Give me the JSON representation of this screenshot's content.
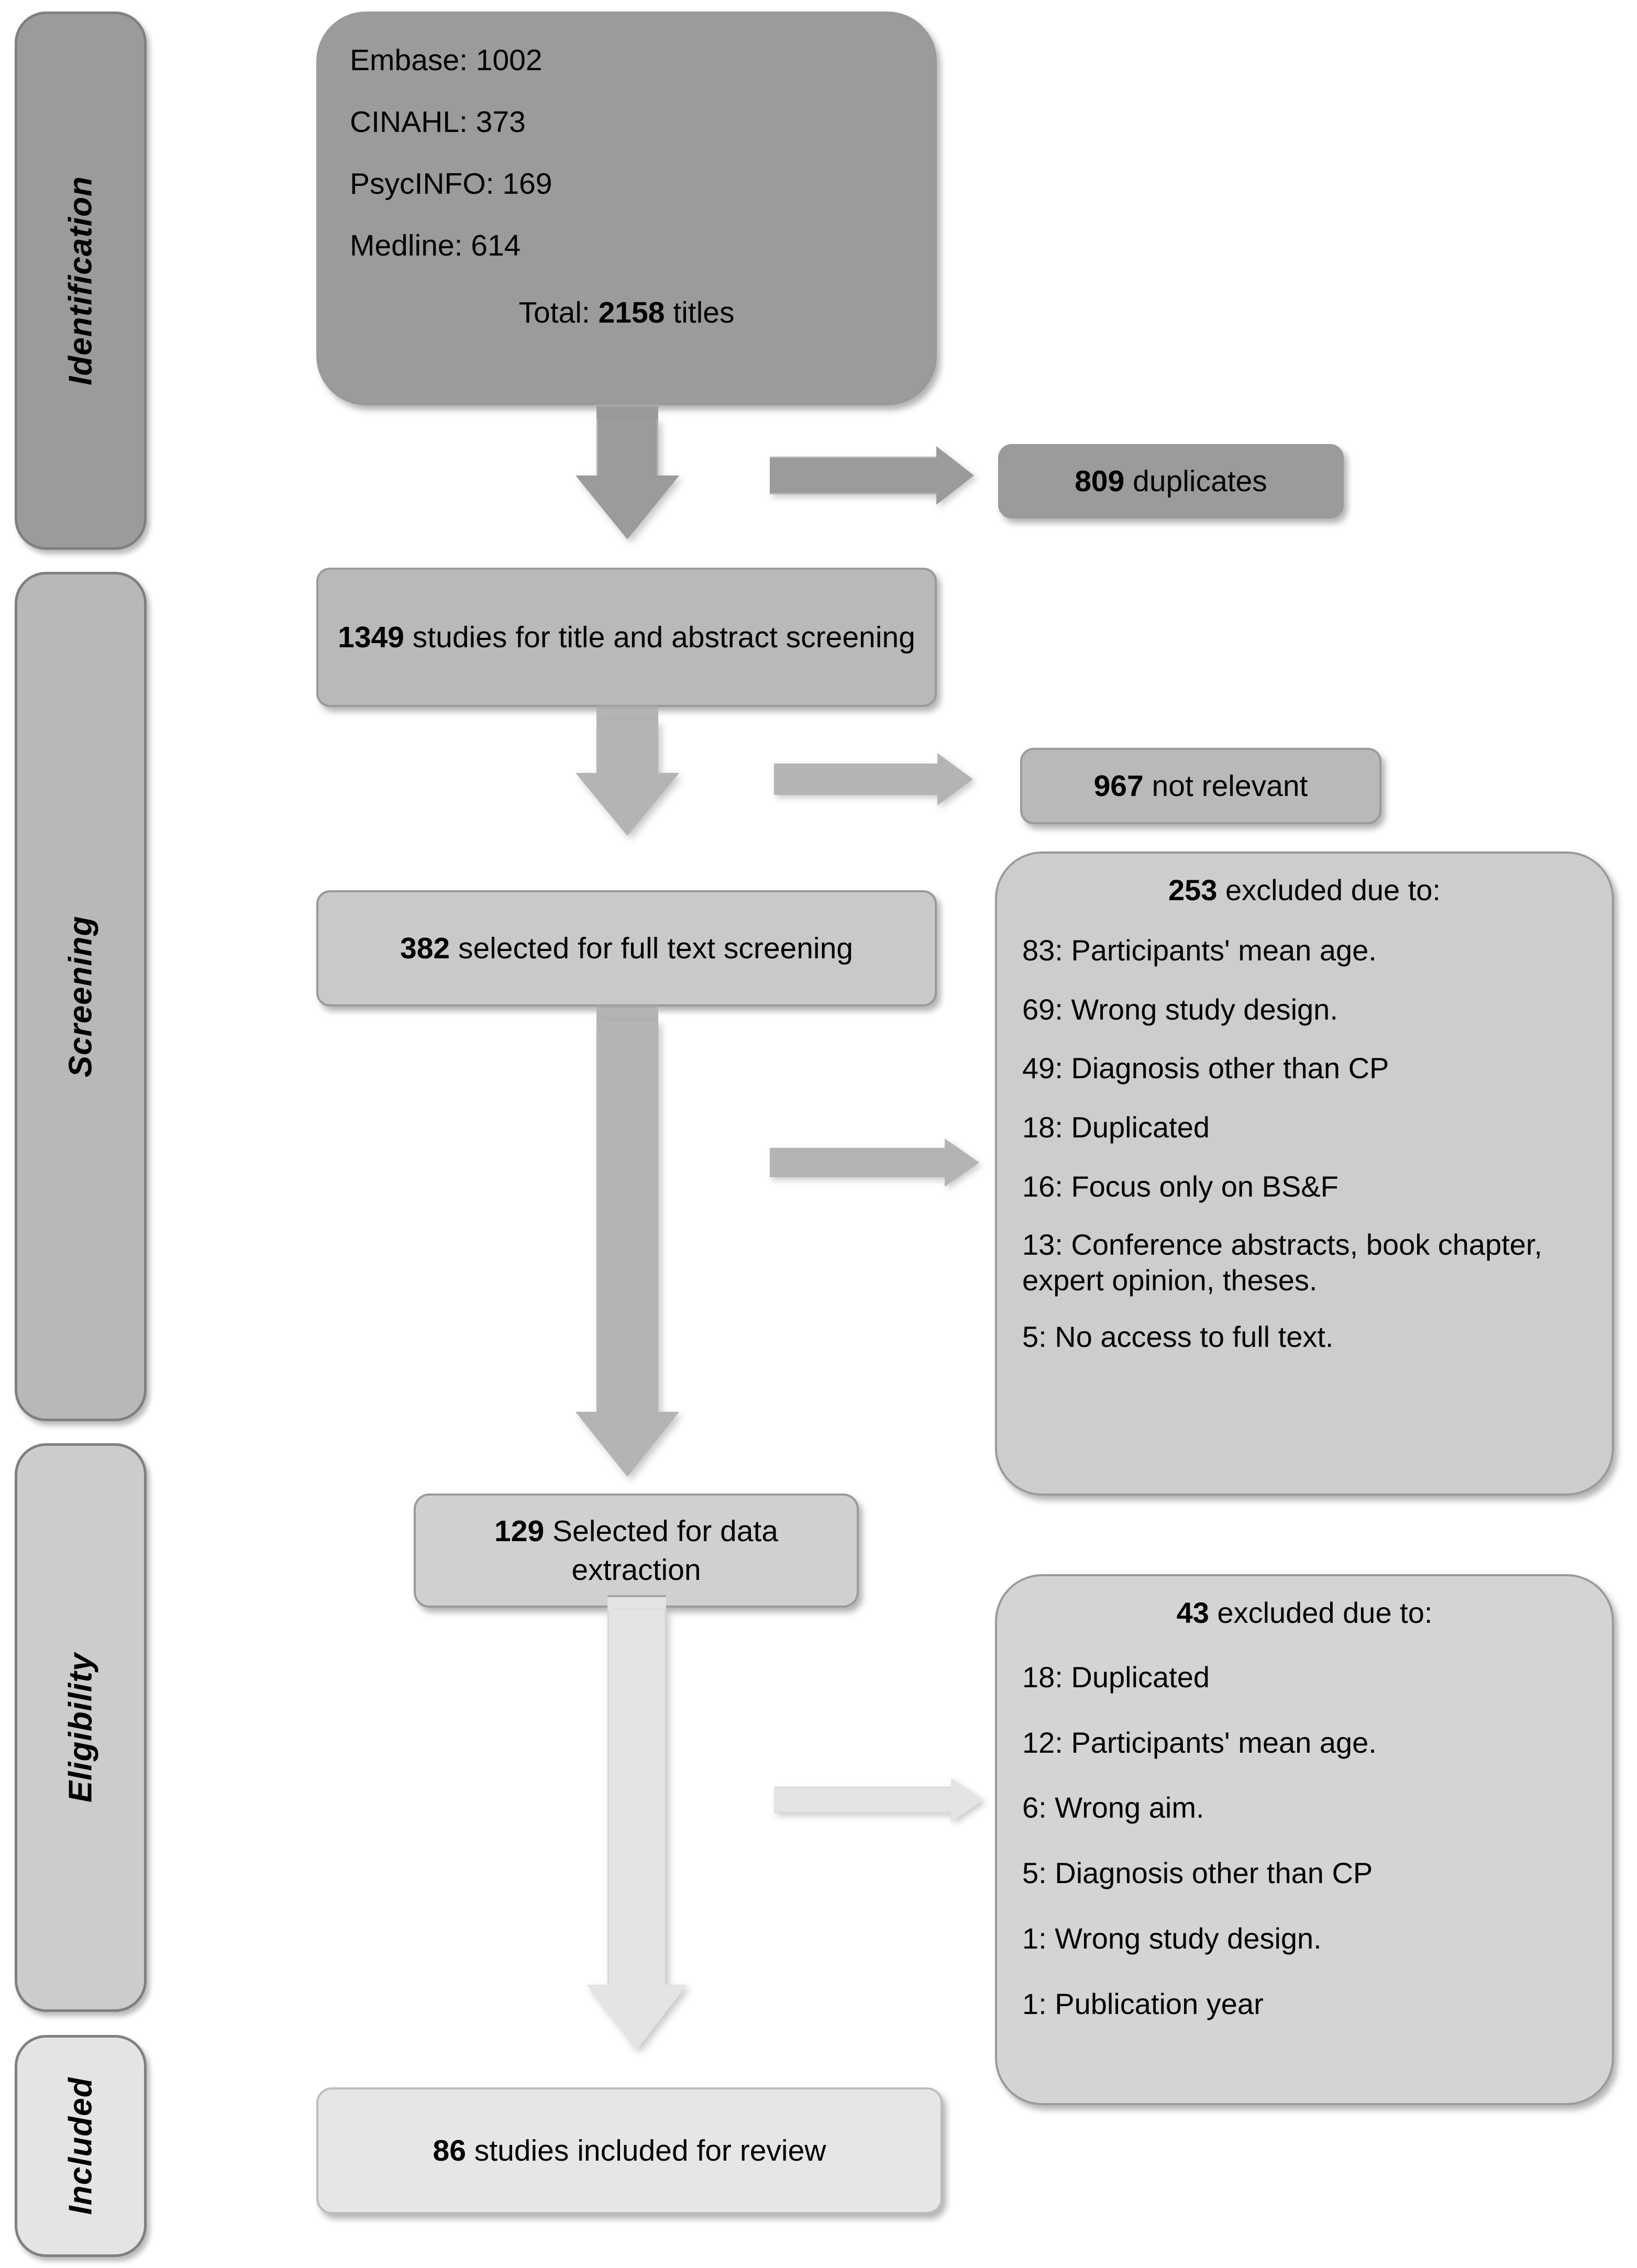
{
  "diagram": {
    "title": "PRISMA study selection flow diagram",
    "colors": {
      "stage_identification": "#9b9b9b",
      "stage_screening": "#b8b8b8",
      "stage_eligibility": "#cccccc",
      "stage_included": "#e4e4e4",
      "box_identification": "#9b9b9b",
      "box_screening_1": "#b9b9b9",
      "box_screening_2": "#c9c9c9",
      "box_eligibility": "#d2cfd0",
      "box_included": "#e6e6e6",
      "exclusion_253": "#cdcdcd",
      "exclusion_43": "#d6d3d4",
      "arrow_dark": "#9b9b9b",
      "arrow_mid": "#b4b4b4",
      "arrow_light": "#e4e4e4",
      "border": "#9a9a9a",
      "text": "#000000"
    }
  },
  "stages": [
    {
      "id": "identification",
      "label": "Identification"
    },
    {
      "id": "screening",
      "label": "Screening"
    },
    {
      "id": "eligibility",
      "label": "Eligibility"
    },
    {
      "id": "included",
      "label": "Included"
    }
  ],
  "boxes": {
    "sources": {
      "lines": [
        "Embase: 1002",
        "CINAHL: 373",
        "PsycINFO: 169",
        "Medline: 614"
      ],
      "total_prefix": "Total: ",
      "total_value": "2158",
      "total_suffix": " titles"
    },
    "title_abstract": {
      "count": "1349",
      "text": " studies for title and abstract screening"
    },
    "full_text": {
      "count": "382",
      "text": " selected for full text screening"
    },
    "data_extraction": {
      "count": "129",
      "text": " Selected for data extraction"
    },
    "included_final": {
      "count": "86",
      "text": " studies included for review"
    }
  },
  "exclusions": {
    "duplicates": {
      "count": "809",
      "text": " duplicates"
    },
    "not_relevant": {
      "count": "967",
      "text": " not relevant"
    },
    "full_text_excluded": {
      "count": "253",
      "heading_text": " excluded due to:",
      "reasons": [
        "83: Participants' mean age.",
        "69: Wrong study design.",
        "49: Diagnosis other than CP",
        "18: Duplicated",
        "16: Focus only on BS&F",
        "13: Conference abstracts, book chapter, expert opinion, theses.",
        "5: No access to full text."
      ]
    },
    "extraction_excluded": {
      "count": "43",
      "heading_text": " excluded due to:",
      "reasons": [
        "18: Duplicated",
        "12: Participants' mean age.",
        "6: Wrong aim.",
        "5: Diagnosis other than CP",
        "1: Wrong study design.",
        "1: Publication year"
      ]
    }
  },
  "chart_data": {
    "type": "diagram",
    "title": "PRISMA flow diagram",
    "nodes": [
      {
        "id": "sources",
        "stage": "Identification",
        "value": 2158,
        "label": "Total: 2158 titles"
      },
      {
        "id": "embase",
        "stage": "Identification",
        "value": 1002,
        "label": "Embase: 1002"
      },
      {
        "id": "cinahl",
        "stage": "Identification",
        "value": 373,
        "label": "CINAHL: 373"
      },
      {
        "id": "psycinfo",
        "stage": "Identification",
        "value": 169,
        "label": "PsycINFO: 169"
      },
      {
        "id": "medline",
        "stage": "Identification",
        "value": 614,
        "label": "Medline: 614"
      },
      {
        "id": "duplicates",
        "stage": "Identification",
        "value": 809,
        "label": "809 duplicates"
      },
      {
        "id": "title_abstract",
        "stage": "Screening",
        "value": 1349,
        "label": "1349 studies for title and abstract screening"
      },
      {
        "id": "not_relevant",
        "stage": "Screening",
        "value": 967,
        "label": "967 not relevant"
      },
      {
        "id": "full_text",
        "stage": "Screening",
        "value": 382,
        "label": "382 selected for full text screening"
      },
      {
        "id": "excluded_253",
        "stage": "Screening",
        "value": 253,
        "label": "253 excluded due to:"
      },
      {
        "id": "data_extraction",
        "stage": "Eligibility",
        "value": 129,
        "label": "129 Selected for data extraction"
      },
      {
        "id": "excluded_43",
        "stage": "Eligibility",
        "value": 43,
        "label": "43 excluded due to:"
      },
      {
        "id": "included_final",
        "stage": "Included",
        "value": 86,
        "label": "86 studies included for review"
      }
    ],
    "edges": [
      {
        "from": "sources",
        "to": "title_abstract"
      },
      {
        "from": "sources",
        "to": "duplicates"
      },
      {
        "from": "title_abstract",
        "to": "full_text"
      },
      {
        "from": "title_abstract",
        "to": "not_relevant"
      },
      {
        "from": "full_text",
        "to": "data_extraction"
      },
      {
        "from": "full_text",
        "to": "excluded_253"
      },
      {
        "from": "data_extraction",
        "to": "included_final"
      },
      {
        "from": "data_extraction",
        "to": "excluded_43"
      }
    ]
  }
}
